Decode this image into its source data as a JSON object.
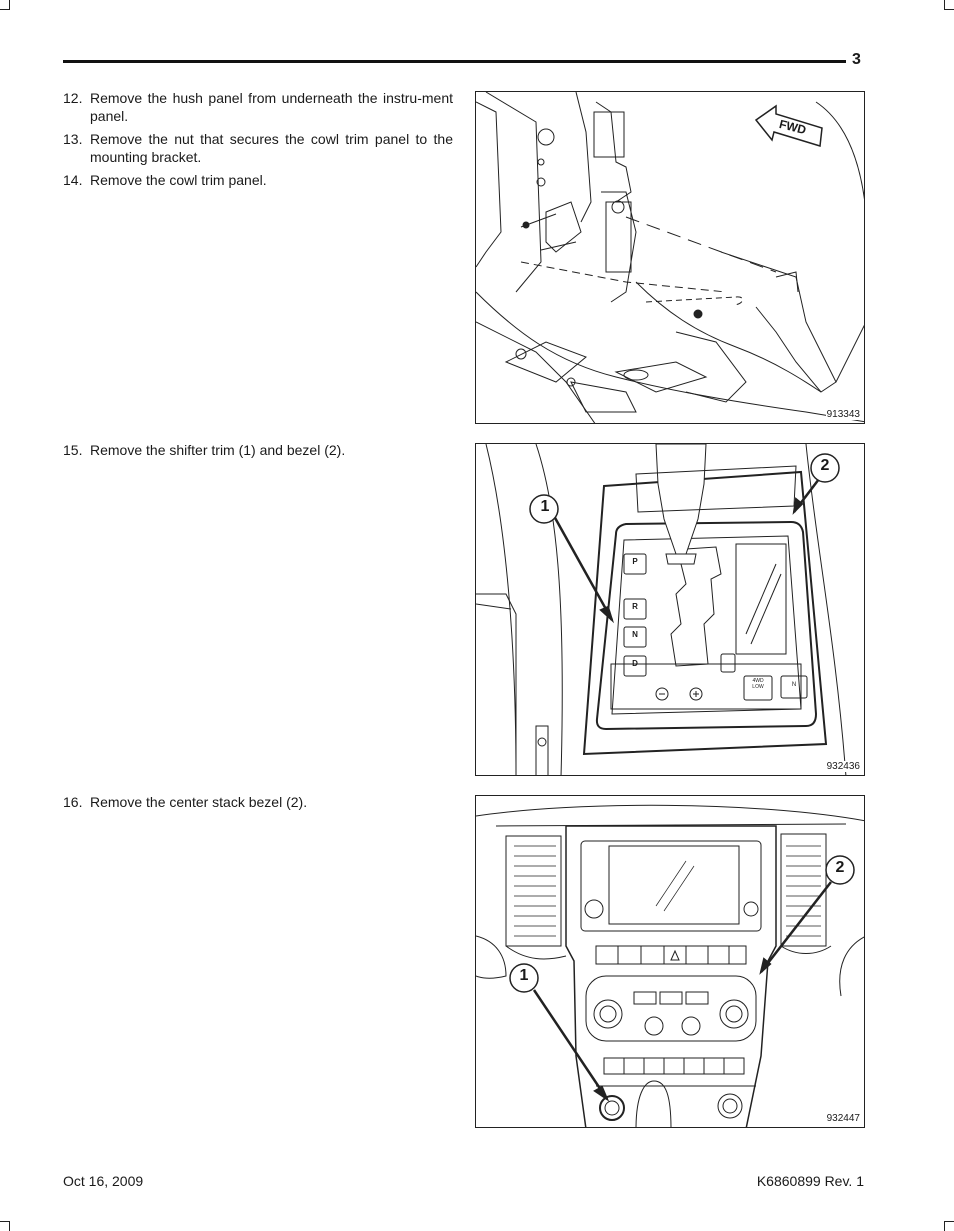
{
  "header": {
    "page_number": "3"
  },
  "sections": [
    {
      "steps": [
        {
          "num": "12.",
          "text": "Remove the hush panel from underneath the instru-ment panel."
        },
        {
          "num": "13.",
          "text": "Remove the nut that secures the cowl trim panel to the mounting bracket."
        },
        {
          "num": "14.",
          "text": "Remove the cowl trim panel."
        }
      ],
      "figure": {
        "id": "913343",
        "fwd_label": "FWD"
      }
    },
    {
      "steps": [
        {
          "num": "15.",
          "text": "Remove the shifter trim (1) and bezel (2)."
        }
      ],
      "figure": {
        "id": "932436",
        "callout_1": "1",
        "callout_2": "2",
        "gear_p": "P",
        "gear_r": "R",
        "gear_n": "N",
        "gear_d": "D",
        "btn_4wd": "4WD",
        "btn_low": "LOW",
        "btn_n": "N"
      }
    },
    {
      "steps": [
        {
          "num": "16.",
          "text": "Remove the center stack bezel (2)."
        }
      ],
      "figure": {
        "id": "932447",
        "callout_1": "1",
        "callout_2": "2"
      }
    }
  ],
  "footer": {
    "date": "Oct 16, 2009",
    "doc_id": "K6860899 Rev. 1"
  }
}
